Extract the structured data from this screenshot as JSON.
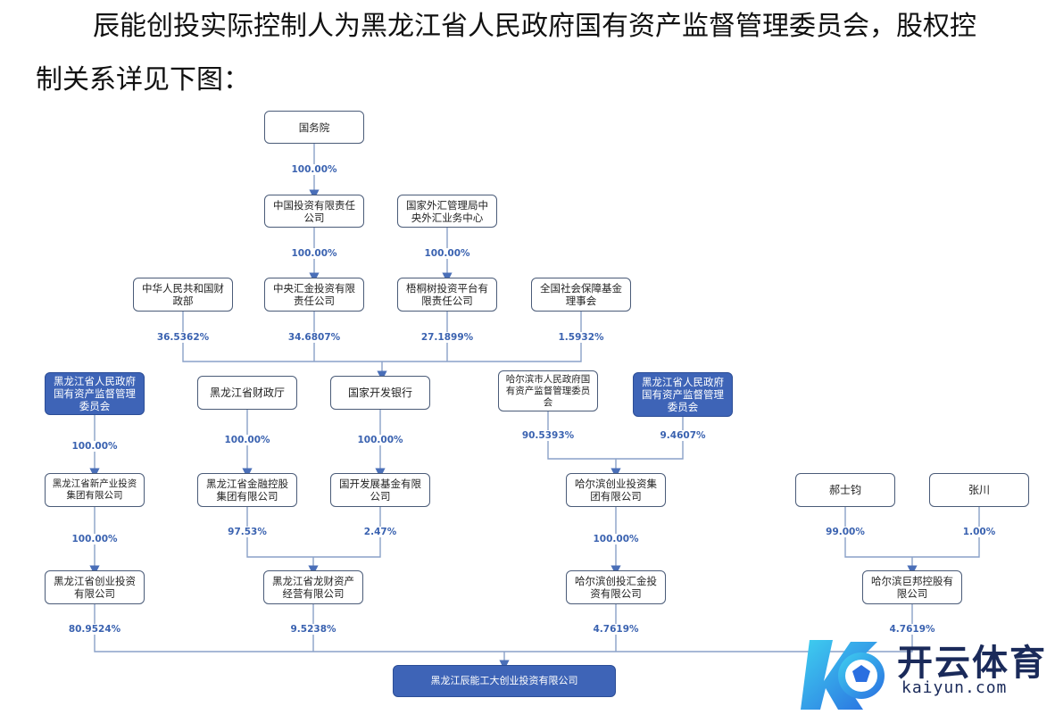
{
  "text": {
    "line1": "辰能创投实际控制人为黑龙江省人民政府国有资产监督管理委员会，股权控",
    "line2": "制关系详见下图："
  },
  "nodes": {
    "gwy": "国务院",
    "zgtz": "中国投资有限责任公司",
    "wghj": "国家外汇管理局中央外汇业务中心",
    "czb": "中华人民共和国财政部",
    "zyhj": "中央汇金投资有限责任公司",
    "wts": "梧桐树投资平台有限责任公司",
    "sbjj": "全国社会保障基金理事会",
    "hlj_gzw1": "黑龙江省人民政府国有资产监督管理委员会",
    "hlj_czt": "黑龙江省财政厅",
    "gkyh": "国家开发银行",
    "heb_gzw": "哈尔滨市人民政府国有资产监督管理委员会",
    "hlj_gzw2": "黑龙江省人民政府国有资产监督管理委员会",
    "hlj_xcy": "黑龙江省新产业投资集团有限公司",
    "hlj_jrkg": "黑龙江省金融控股集团有限公司",
    "gkfz": "国开发展基金有限公司",
    "heb_cy": "哈尔滨创业投资集团有限公司",
    "hsj": "郝士钧",
    "zc": "张川",
    "hlj_cytz": "黑龙江省创业投资有限公司",
    "hlj_lc": "黑龙江省龙财资产经营有限公司",
    "heb_hj": "哈尔滨创投汇金投资有限公司",
    "heb_jb": "哈尔滨巨邦控股有限公司",
    "target": "黑龙江辰能工大创业投资有限公司"
  },
  "percentages": {
    "gwy_zgtz": "100.00%",
    "zgtz_zyhj": "100.00%",
    "wghj_wts": "100.00%",
    "czb_gkyh": "36.5362%",
    "zyhj_gkyh": "34.6807%",
    "wts_gkyh": "27.1899%",
    "sbjj_gkyh": "1.5932%",
    "gzw1_xcy": "100.00%",
    "czt_jrkg": "100.00%",
    "gkyh_gkfz": "100.00%",
    "hebgzw_cy": "90.5393%",
    "gzw2_cy": "9.4607%",
    "xcy_cytz": "100.00%",
    "cy_hj": "100.00%",
    "hsj_jb": "99.00%",
    "zc_jb": "1.00%",
    "jrkg_lc": "97.53%",
    "gkfz_lc": "2.47%",
    "cytz_target": "80.9524%",
    "lc_target": "9.5238%",
    "hj_target": "4.7619%",
    "jb_target": "4.7619%"
  },
  "watermark": {
    "brand": "开云体育",
    "domain": "kaiyun.com"
  },
  "colors": {
    "box_border": "#4a5b78",
    "filled_box": "#3e64b7",
    "percent_text": "#3a62b0",
    "connector": "#8aa1c8"
  }
}
